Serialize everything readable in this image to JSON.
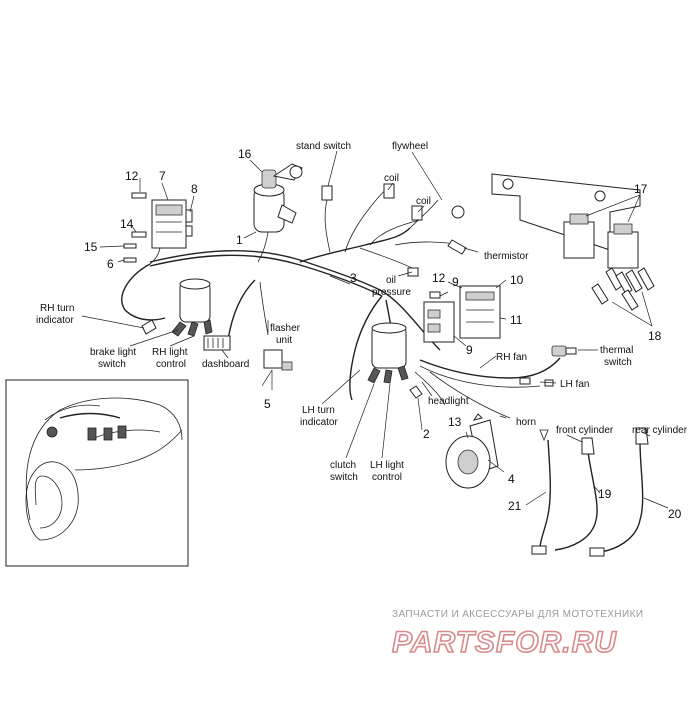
{
  "callouts": {
    "c1": "1",
    "c2": "2",
    "c3": "3",
    "c4": "4",
    "c5": "5",
    "c6": "6",
    "c7": "7",
    "c8": "8",
    "c9a": "9",
    "c9b": "9",
    "c10": "10",
    "c11": "11",
    "c12a": "12",
    "c12b": "12",
    "c13": "13",
    "c14": "14",
    "c15": "15",
    "c16": "16",
    "c17": "17",
    "c18": "18",
    "c19": "19",
    "c20": "20",
    "c21": "21"
  },
  "labels": {
    "stand_switch": "stand switch",
    "flywheel": "flywheel",
    "coil_a": "coil",
    "coil_b": "coil",
    "thermistor": "thermistor",
    "oil_pressure_1": "oil",
    "oil_pressure_2": "pressure",
    "rh_turn_1": "RH turn",
    "rh_turn_2": "indicator",
    "brake_1": "brake light",
    "brake_2": "switch",
    "rh_light_1": "RH light",
    "rh_light_2": "control",
    "dashboard": "dashboard",
    "flasher_1": "flasher",
    "flasher_2": "unit",
    "rh_fan": "RH fan",
    "thermal_1": "thermal",
    "thermal_2": "switch",
    "lh_fan": "LH fan",
    "headlight": "headlight",
    "horn": "horn",
    "lh_turn_1": "LH turn",
    "lh_turn_2": "indicator",
    "clutch_1": "clutch",
    "clutch_2": "switch",
    "lh_light_1": "LH light",
    "lh_light_2": "control",
    "front_cylinder": "front cylinder",
    "rear_cylinder": "rear cylinder"
  },
  "watermark": {
    "tagline": "ЗАПЧАСТИ И АКСЕССУАРЫ ДЛЯ МОТОТЕХНИКИ",
    "logo": "PARTSFOR.RU"
  },
  "colors": {
    "line": "#222222",
    "watermark_text": "#9a9a9a",
    "watermark_logo": "#d98a8a"
  }
}
